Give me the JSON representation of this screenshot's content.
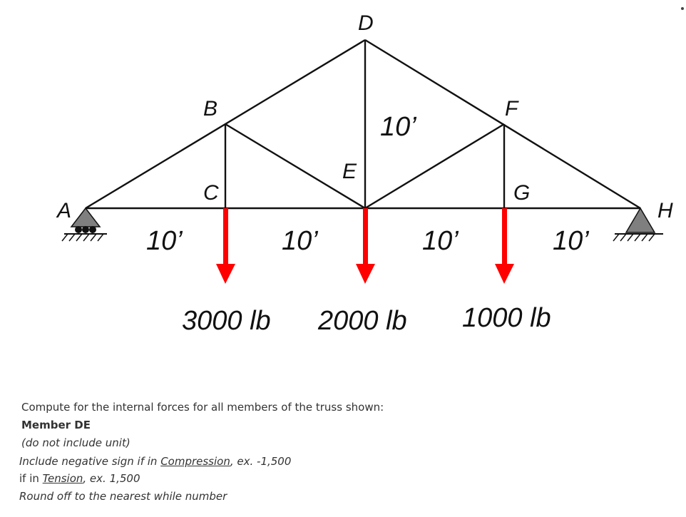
{
  "nodes": {
    "A": "A",
    "B": "B",
    "C": "C",
    "D": "D",
    "E": "E",
    "F": "F",
    "G": "G",
    "H": "H"
  },
  "dimensions": {
    "panel": "10’",
    "height": "10’"
  },
  "loads": [
    "3000 lb",
    "2000 lb",
    "1000 lb"
  ],
  "colors": {
    "load_arrow": "#ff0000",
    "member": "#111111",
    "support": "#7f7f7f"
  },
  "question": {
    "prompt": "Compute for the internal forces for all members of the truss shown:",
    "member": "Member DE",
    "note": "(do not include unit)",
    "compression_prefix": "Include negative sign if in ",
    "compression_word": "Compression",
    "compression_suffix": ", ex. -1,500",
    "tension_prefix": "if in ",
    "tension_word": "Tension",
    "tension_suffix": ", ex. 1,500",
    "rounding": "Round off to the nearest while number"
  }
}
